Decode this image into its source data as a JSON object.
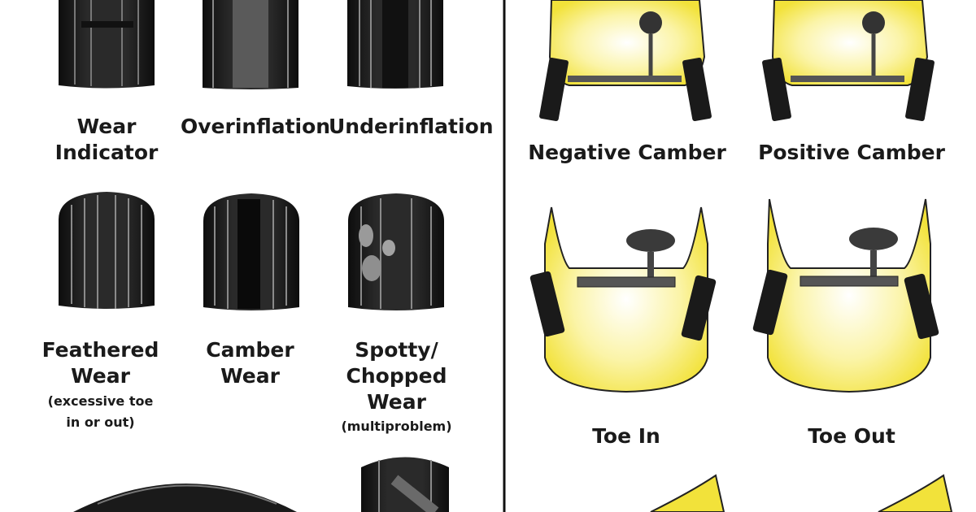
{
  "tire_labels": {
    "wear_indicator": [
      "Wear",
      "Indicator"
    ],
    "overinflation": "Overinflation",
    "underinflation": "Underinflation",
    "feathered": [
      "Feathered",
      "Wear"
    ],
    "feathered_note": [
      "(excessive toe",
      "in or out)"
    ],
    "camber_wear": [
      "Camber",
      "Wear"
    ],
    "spotty": [
      "Spotty/",
      "Chopped",
      "Wear"
    ],
    "spotty_note": "(multiproblem)"
  },
  "alignment_labels": {
    "negative_camber": "Negative Camber",
    "positive_camber": "Positive Camber",
    "toe_in": "Toe In",
    "toe_out": "Toe Out"
  },
  "colors": {
    "car_yellow": "#f2e23a",
    "tire_dark": "#1c1c1c",
    "tread_gray": "#6a6a6a",
    "divider": "#111111"
  }
}
